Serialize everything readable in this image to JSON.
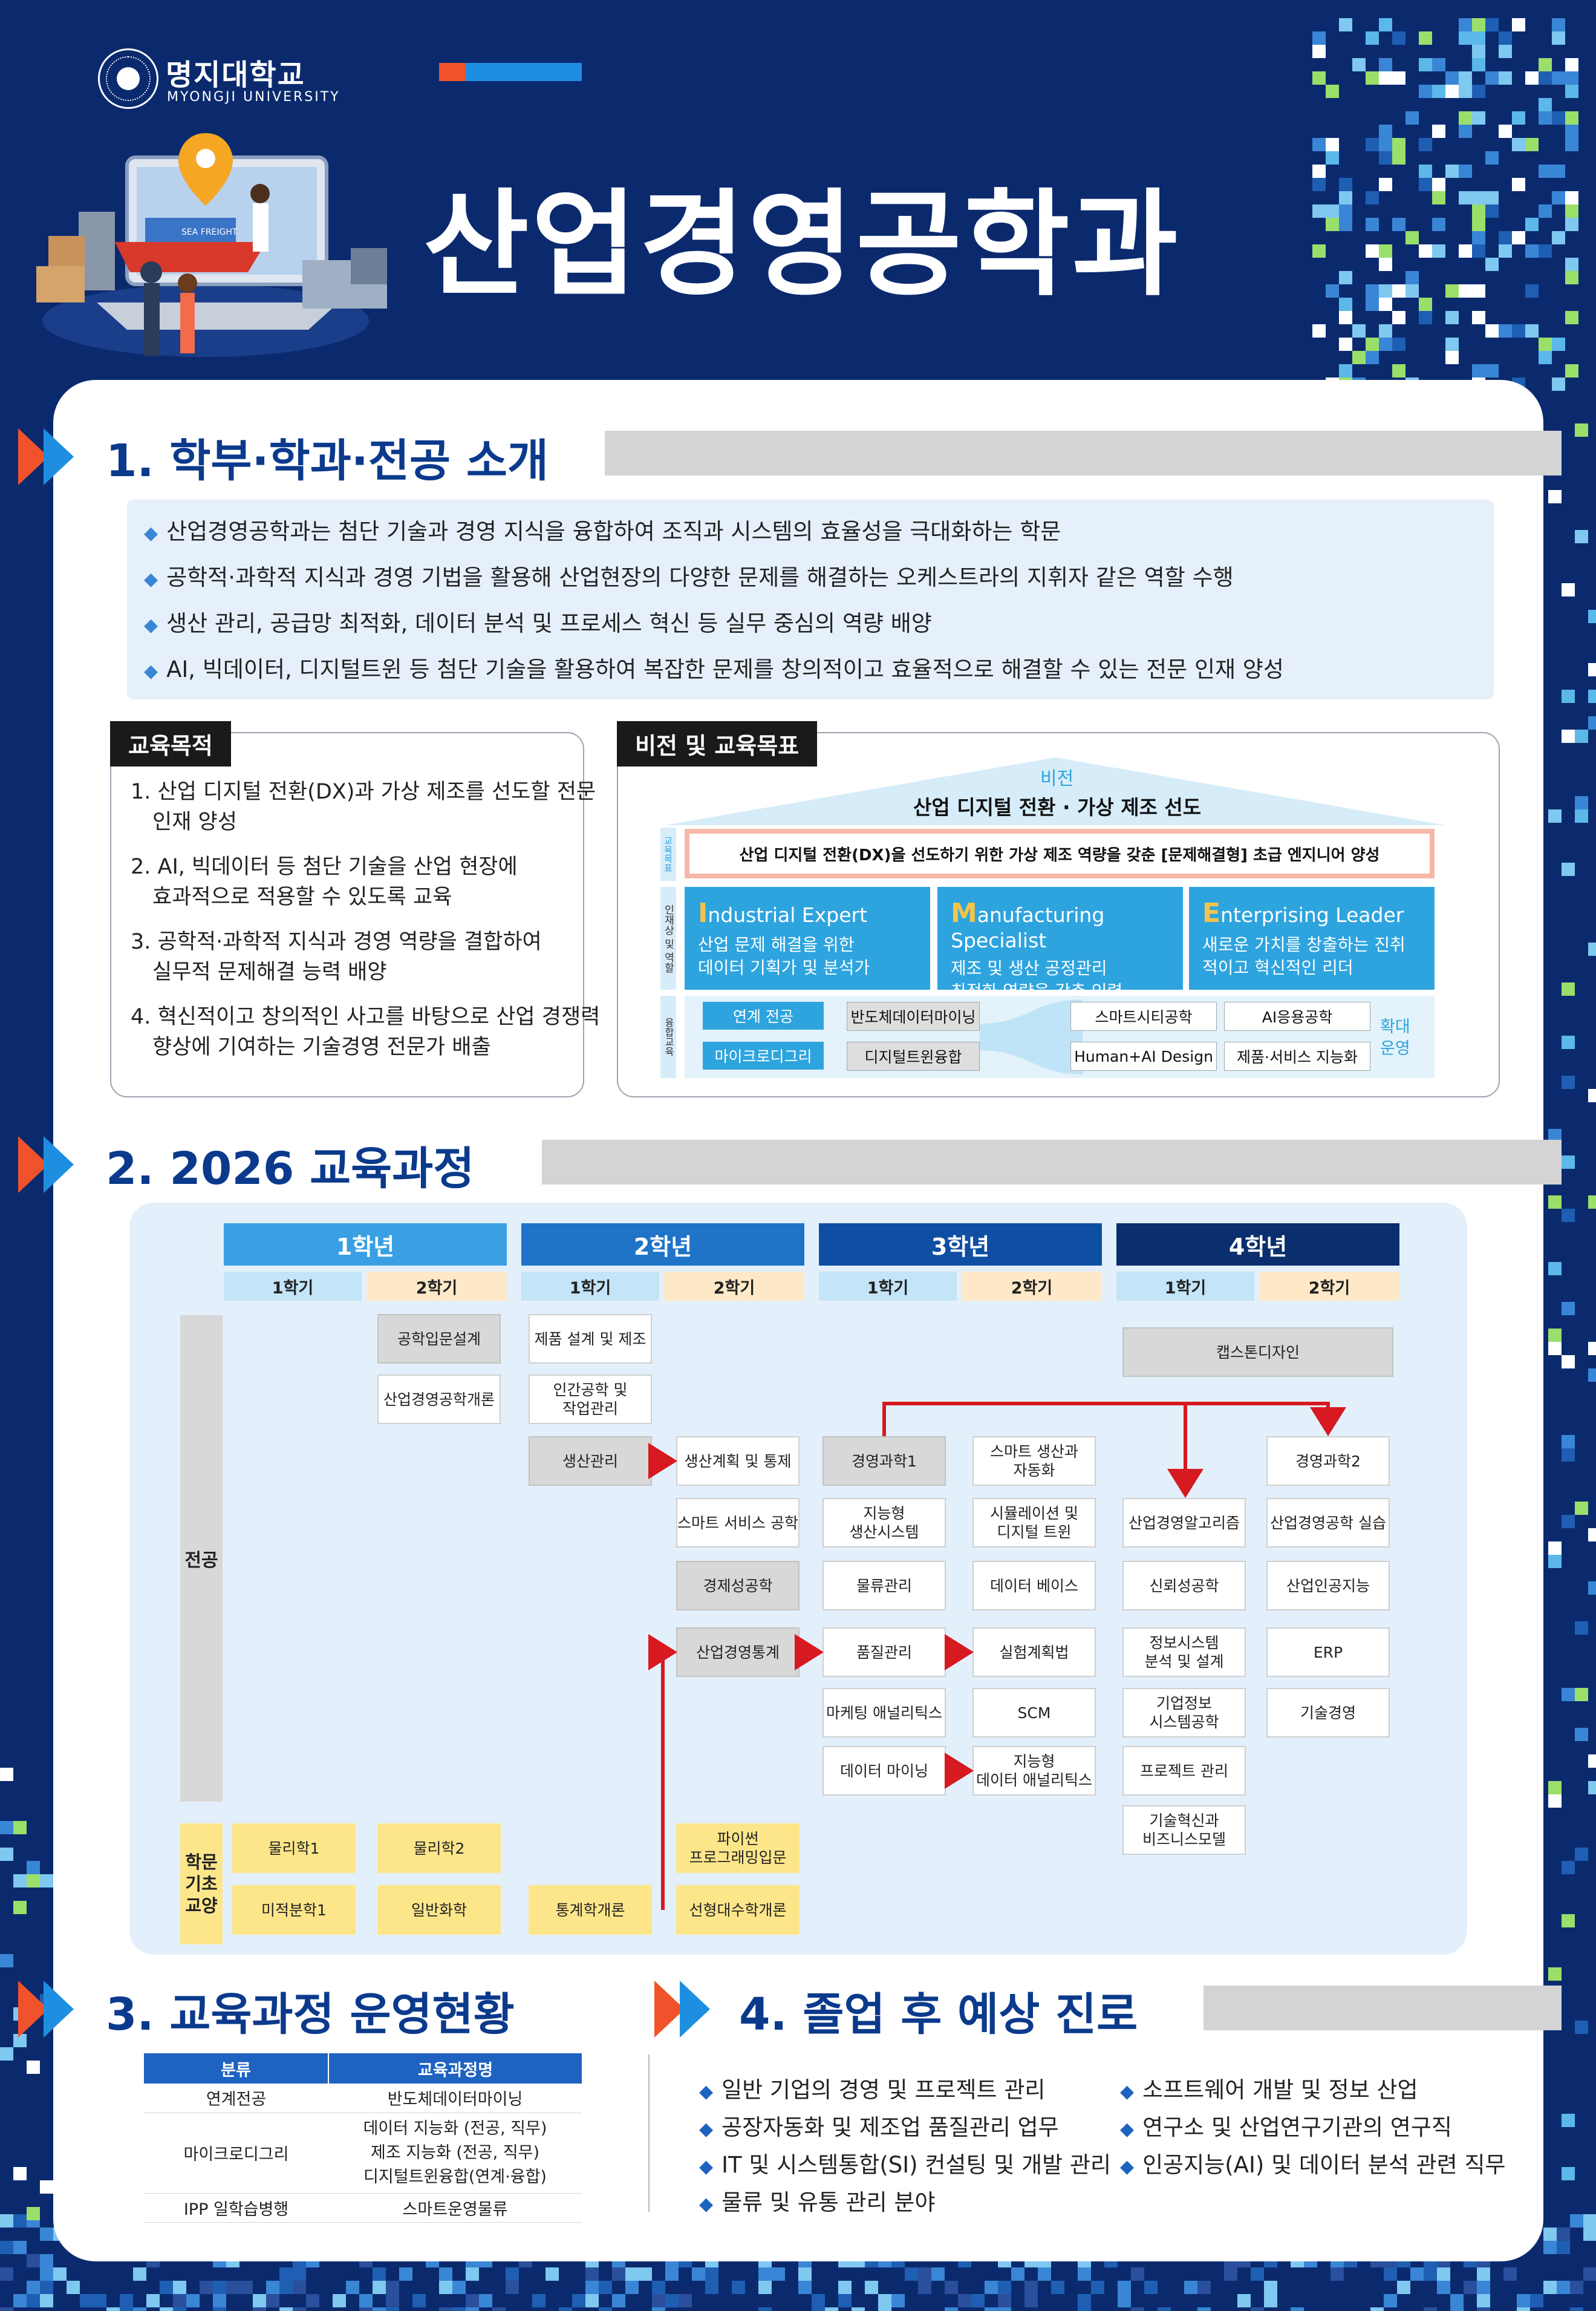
{
  "header": {
    "university_name": "명지대학교",
    "university_name_en": "MYONGJI UNIVERSITY",
    "department_title": "산업경영공학과",
    "illustration_labels": {
      "ship": "SEA FREIGHT"
    }
  },
  "section1": {
    "title": "1. 학부·학과·전공 소개",
    "bullets": [
      "산업경영공학과는 첨단 기술과 경영 지식을 융합하여 조직과 시스템의 효율성을 극대화하는 학문",
      "공학적·과학적 지식과 경영 기법을 활용해 산업현장의 다양한 문제를 해결하는 오케스트라의 지휘자 같은 역할 수행",
      "생산 관리, 공급망 최적화, 데이터 분석 및 프로세스 혁신 등 실무 중심의 역량 배양",
      "AI, 빅데이터, 디지털트윈 등 첨단 기술을 활용하여 복잡한 문제를 창의적이고 효율적으로 해결할 수 있는 전문 인재 양성"
    ],
    "education_purpose": {
      "tag": "교육목적",
      "items": [
        {
          "line1": "1. 산업 디지털 전환(DX)과 가상 제조를 선도할 전문",
          "line2": "인재 양성"
        },
        {
          "line1": "2. AI, 빅데이터 등 첨단 기술을 산업 현장에",
          "line2": "효과적으로 적용할 수 있도록 교육"
        },
        {
          "line1": "3. 공학적·과학적 지식과 경영 역량을 결합하여",
          "line2": "실무적 문제해결 능력 배양"
        },
        {
          "line1": "4. 혁신적이고 창의적인 사고를 바탕으로 산업 경쟁력",
          "line2": "향상에 기여하는 기술경영  전문가 배출"
        }
      ]
    },
    "vision": {
      "tag": "비전 및 교육목표",
      "vision_label": "비전",
      "vision_text": "산업 디지털 전환 · 가상 제조 선도",
      "goal_side_label": "교육목표",
      "goal_text": "산업 디지털 전환(DX)을 선도하기 위한 가상 제조 역량을 갖춘 [문제해결형] 초급 엔지니어 양성",
      "talent_side_label": "인재상 및 역할",
      "talents": [
        {
          "initial": "I",
          "rest": "ndustrial Expert",
          "line1": "산업 문제 해결을 위한",
          "line2": "데이터 기획가 및 분석가"
        },
        {
          "initial": "M",
          "rest": "anufacturing Specialist",
          "line1": "제조 및 생산 공정관리",
          "line2": "최적화 역량을 갖춘 인력"
        },
        {
          "initial": "E",
          "rest": "nterprising Leader",
          "line1": "새로운 가치를 창출하는 진취",
          "line2": "적이고 혁신적인 리더"
        }
      ],
      "program_side_label": "융합교육",
      "programs": {
        "link_major": "연계 전공",
        "micro_degree": "마이크로디그리",
        "semi_data_mining": "반도체데이터마이닝",
        "digital_twin": "디지털트윈융합",
        "smart_city": "스마트시티공학",
        "ai_applied": "AI응용공학",
        "human_ai_design": "Human+AI Design",
        "product_service": "제품·서비스 지능화",
        "expansion_line1": "확대",
        "expansion_line2": "운영"
      }
    }
  },
  "section2": {
    "title": "2. 2026 교육과정",
    "years": [
      "1학년",
      "2학년",
      "3학년",
      "4학년"
    ],
    "semesters": [
      "1학기",
      "2학기"
    ],
    "row_label_major": "전공",
    "row_label_basic": "학문\n기초\n교양",
    "courses": {
      "engineering_design": "공학입문설계",
      "ie_intro": "산업경영공학개론",
      "product_design": "제품 설계 및 제조",
      "human_factors": "인간공학 및\n작업관리",
      "production_mgmt": "생산관리",
      "production_planning": "생산계획 및 통제",
      "smart_service": "스마트 서비스 공학",
      "engineering_economy": "경제성공학",
      "ie_statistics": "산업경영통계",
      "management_science1": "경영과학1",
      "smart_production": "스마트 생산과\n자동화",
      "intelligent_production": "지능형\n생산시스템",
      "simulation": "시뮬레이션 및\n디지털 트윈",
      "logistics": "물류관리",
      "database": "데이터 베이스",
      "quality_mgmt": "품질관리",
      "experiment_design": "실험계획법",
      "marketing_analytics": "마케팅 애널리틱스",
      "scm": "SCM",
      "data_mining": "데이터 마이닝",
      "intelligent_analytics": "지능형\n데이터 애널리틱스",
      "capstone": "캡스톤디자인",
      "management_science2": "경영과학2",
      "ie_algorithm": "산업경영알고리즘",
      "ie_practice": "산업경영공학 실습",
      "reliability": "신뢰성공학",
      "industrial_ai": "산업인공지능",
      "info_system": "정보시스템\n분석 및 설계",
      "erp": "ERP",
      "enterprise_info": "기업정보\n시스템공학",
      "tech_mgmt": "기술경영",
      "project_mgmt": "프로젝트 관리",
      "tech_innovation": "기술혁신과\n비즈니스모델",
      "physics1": "물리학1",
      "physics2": "물리학2",
      "calculus1": "미적분학1",
      "chemistry": "일반화학",
      "statistics_intro": "통계학개론",
      "python": "파이썬\n프로그래밍입문",
      "linear_algebra": "선형대수학개론"
    }
  },
  "section3": {
    "title": "3. 교육과정 운영현황",
    "headers": [
      "분류",
      "교육과정명"
    ],
    "rows": [
      {
        "category": "연계전공",
        "course": "반도체데이터마이닝"
      },
      {
        "category": "마이크로디그리",
        "course1": "데이터 지능화 (전공, 직무)",
        "course2": "제조 지능화 (전공, 직무)",
        "course3": "디지털트윈융합(연계·융합)"
      },
      {
        "category": "IPP 일학습병행",
        "course": "스마트운영물류"
      }
    ]
  },
  "section4": {
    "title": "4. 졸업 후 예상 진로",
    "left": [
      "일반 기업의 경영 및 프로젝트 관리",
      "공장자동화 및 제조업 품질관리 업무",
      "IT 및 시스템통합(SI) 컨설팅 및 개발 관리",
      "물류 및 유통 관리 분야"
    ],
    "right": [
      "소프트웨어 개발 및 정보 산업",
      "연구소 및 산업연구기관의 연구직",
      "인공지능(AI) 및 데이터 분석 관련 직무"
    ]
  },
  "colors": {
    "background": "#0b2a6e",
    "section_title": "#0b3a8c",
    "vision_card": "#2ea4df",
    "arrow_orange": "#f0532b",
    "arrow_blue": "#1e8fe0",
    "red_flow": "#d71920",
    "year1": "#3aa0e3",
    "year2": "#1f74c8",
    "year3": "#0f4fa3",
    "year4": "#0b2e6e"
  }
}
